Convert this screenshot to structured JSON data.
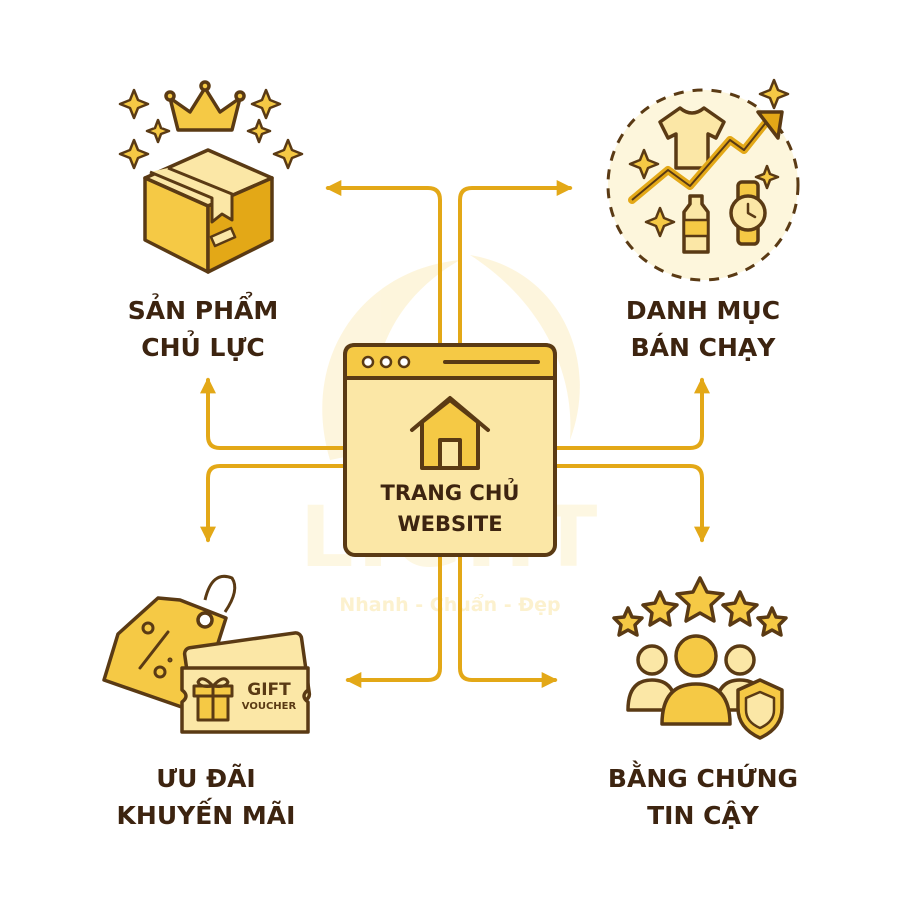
{
  "center": {
    "line1": "TRANG CHỦ",
    "line2": "WEBSITE"
  },
  "nodes": [
    {
      "id": "products",
      "line1": "SẢN PHẨM",
      "line2": "CHỦ LỰC"
    },
    {
      "id": "categories",
      "line1": "DANH MỤC",
      "line2": "BÁN CHẠY"
    },
    {
      "id": "offers",
      "line1": "ƯU ĐÃI",
      "line2": "KHUYẾN MÃI"
    },
    {
      "id": "trust",
      "line1": "BẰNG CHỨNG",
      "line2": "TIN CẬY"
    }
  ],
  "gift_card": {
    "line1": "GIFT",
    "line2": "VOUCHER"
  },
  "watermark": {
    "brand": "LIGHT",
    "tagline": "Nhanh - Chuẩn - Đẹp"
  },
  "colors": {
    "gold": "#e3a817",
    "gold_light": "#fbe7a6",
    "gold_mid": "#f5c945",
    "outline": "#5a3a14",
    "text": "#3d2410"
  }
}
